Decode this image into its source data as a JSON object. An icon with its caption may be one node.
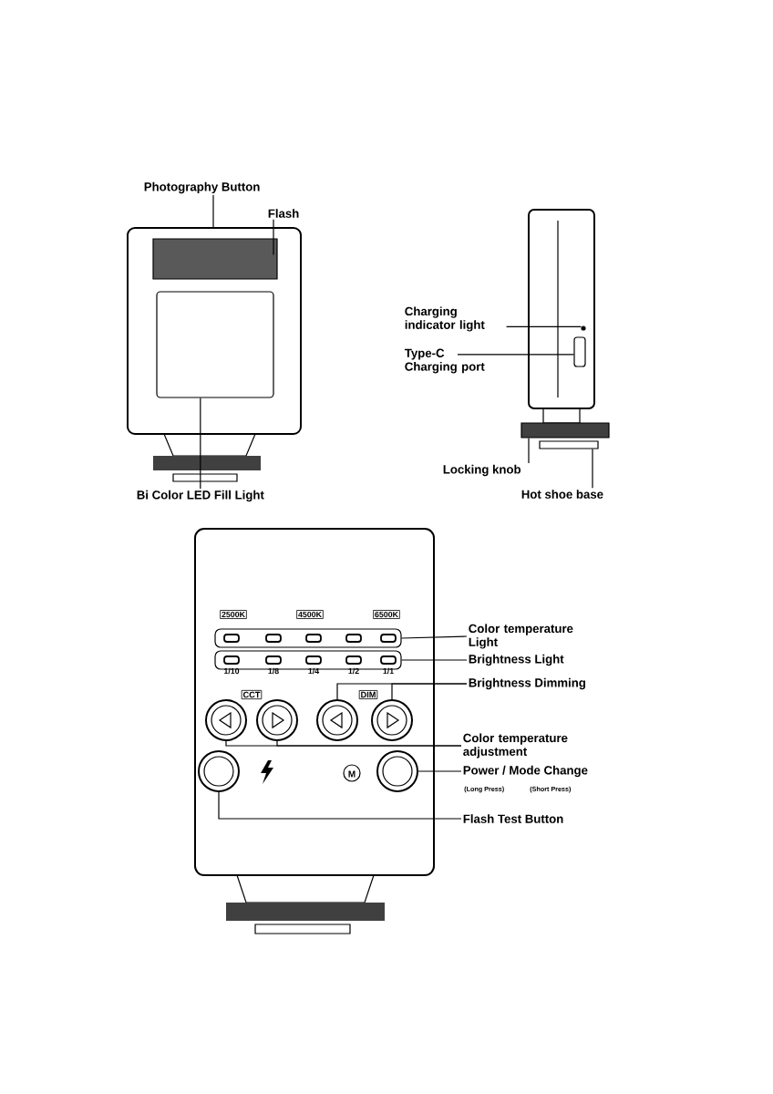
{
  "diagram": {
    "nodes": [
      {
        "text": [
          "Photography Button"
        ]
      },
      {
        "text": [
          "Flash"
        ]
      },
      {
        "text": [
          "Bi Color LED Fill Light"
        ]
      },
      {
        "text": [
          "Charging indicator light"
        ]
      },
      {
        "text": [
          "Type-C Charging port"
        ]
      },
      {
        "text": [
          "Locking knob"
        ]
      },
      {
        "text": [
          "Hot shoe base"
        ]
      },
      {
        "text": [
          "Color temperature Light"
        ]
      },
      {
        "text": [
          "Brightness Light"
        ]
      },
      {
        "text": [
          "Brightness Dimming"
        ]
      },
      {
        "text": [
          "Color temperature adjustment"
        ]
      },
      {
        "text": [
          "Power / Mode Change"
        ],
        "beside": [
          "(Long Press)",
          "(Short Press)"
        ]
      },
      {
        "text": [
          "Flash Test Button"
        ]
      },
      {
        "text": [],
        "shape": "box"
      },
      {
        "text": [],
        "shape": "box",
        "in": 13
      },
      {
        "text": [],
        "shape": "box",
        "in": 13
      },
      {
        "text": [],
        "shape": "box"
      },
      {
        "text": [],
        "shape": "circle",
        "in": 16
      },
      {
        "text": [],
        "shape": "box",
        "in": 16
      },
      {
        "text": [],
        "shape": "bar"
      },
      {
        "text": [],
        "shape": "box"
      },
      {
        "text": [],
        "shape": "box"
      },
      {
        "text": [],
        "shape": "box",
        "in": 21
      },
      {
        "text": [],
        "shape": "box",
        "in": 21
      },
      {
        "text": [],
        "shape": "circle",
        "in": 21
      },
      {
        "text": [],
        "shape": "circle",
        "in": 21
      },
      {
        "text": [],
        "shape": "circle",
        "in": 21
      },
      {
        "text": [],
        "shape": "circle",
        "in": 21
      },
      {
        "text": [],
        "shape": "circle",
        "in": 21
      },
      {
        "text": [],
        "shape": "circle",
        "in": 21
      }
    ],
    "edges": [
      {
        "from": 0,
        "to": 13,
        "arrow": "none"
      },
      {
        "from": 1,
        "to": 14,
        "arrow": "none"
      },
      {
        "from": 2,
        "to": 15,
        "arrow": "none"
      },
      {
        "from": 3,
        "to": 17,
        "arrow": "none"
      },
      {
        "from": 4,
        "to": 18,
        "arrow": "none"
      },
      {
        "from": 5,
        "to": 19,
        "arrow": "none"
      },
      {
        "from": 6,
        "to": 20,
        "arrow": "none"
      },
      {
        "from": 7,
        "to": 22,
        "arrow": "none"
      },
      {
        "from": 8,
        "to": 23,
        "arrow": "none"
      },
      {
        "from": 9,
        "to": 26,
        "arrow": "none"
      },
      {
        "from": 9,
        "to": 27,
        "arrow": "none"
      },
      {
        "from": 10,
        "to": 24,
        "arrow": "none"
      },
      {
        "from": 10,
        "to": 25,
        "arrow": "none"
      },
      {
        "from": 11,
        "to": 29,
        "arrow": "none"
      },
      {
        "from": 12,
        "to": 28,
        "arrow": "none"
      }
    ],
    "labels": [
      "2500K",
      "4500K",
      "6500K",
      "1/10",
      "1/8",
      "1/4",
      "1/2",
      "1/1",
      "CCT",
      "DIM",
      "M"
    ]
  }
}
